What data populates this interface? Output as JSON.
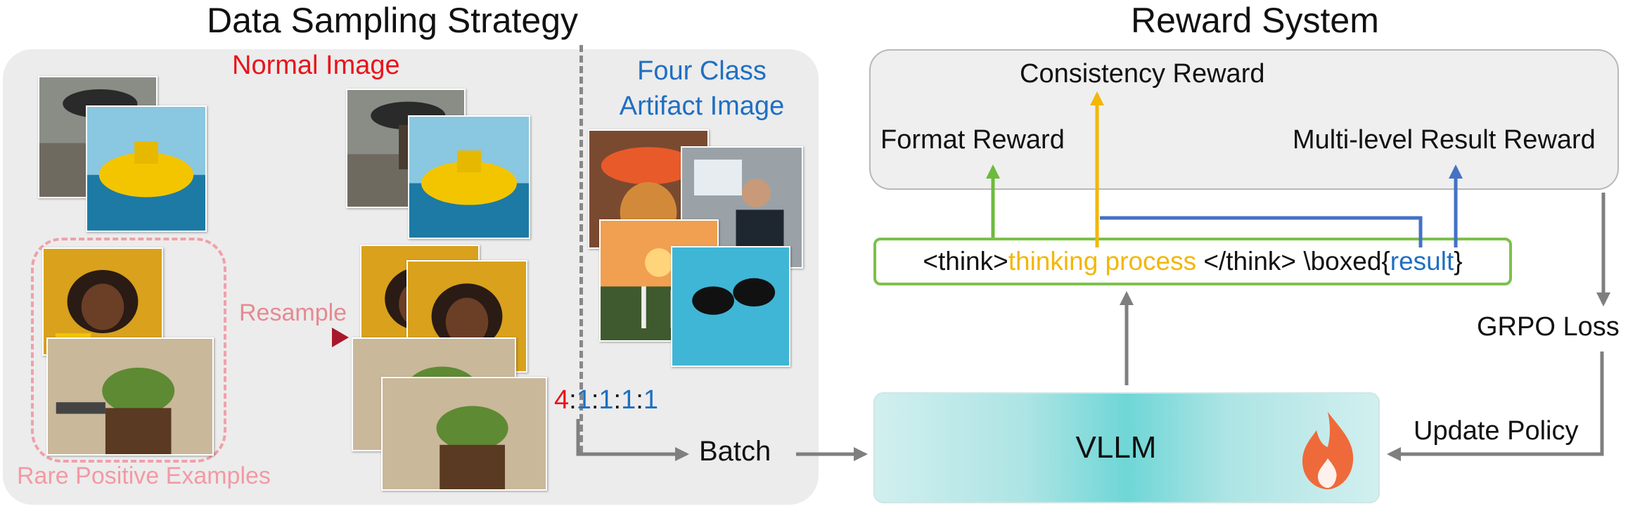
{
  "left_title": "Data Sampling Strategy",
  "right_title": "Reward System",
  "normal_image_label": "Normal Image",
  "artifact_label_line1": "Four Class",
  "artifact_label_line2": "Artifact Image",
  "rare_positive_label": "Rare Positive Examples",
  "resample_label": "Resample",
  "ratio": {
    "first": "4",
    "sep1": ":",
    "r2": "1",
    "sep2": ":",
    "r3": "1",
    "sep3": ":",
    "r4": "1",
    "sep4": ":",
    "r5": "1"
  },
  "batch_label": "Batch",
  "rewards": {
    "consistency": "Consistency Reward",
    "format": "Format Reward",
    "multilevel": "Multi-level Result Reward"
  },
  "sequence": {
    "think_open": "<think> ",
    "thinking": "thinking process",
    "think_close": " </think> \\boxed{",
    "result": "result",
    "close_brace": "}"
  },
  "grpo_label": "GRPO Loss",
  "update_label": "Update Policy",
  "vllm_label": "VLLM",
  "colors": {
    "red": "#e8141b",
    "blue": "#1f6fc2",
    "gold": "#f2b705",
    "green": "#6cbb3c",
    "arrow_blue": "#4472c4",
    "pink": "#f29aa4",
    "gray_arrow": "#7f7f7f",
    "flame": "#ef6a3a"
  }
}
